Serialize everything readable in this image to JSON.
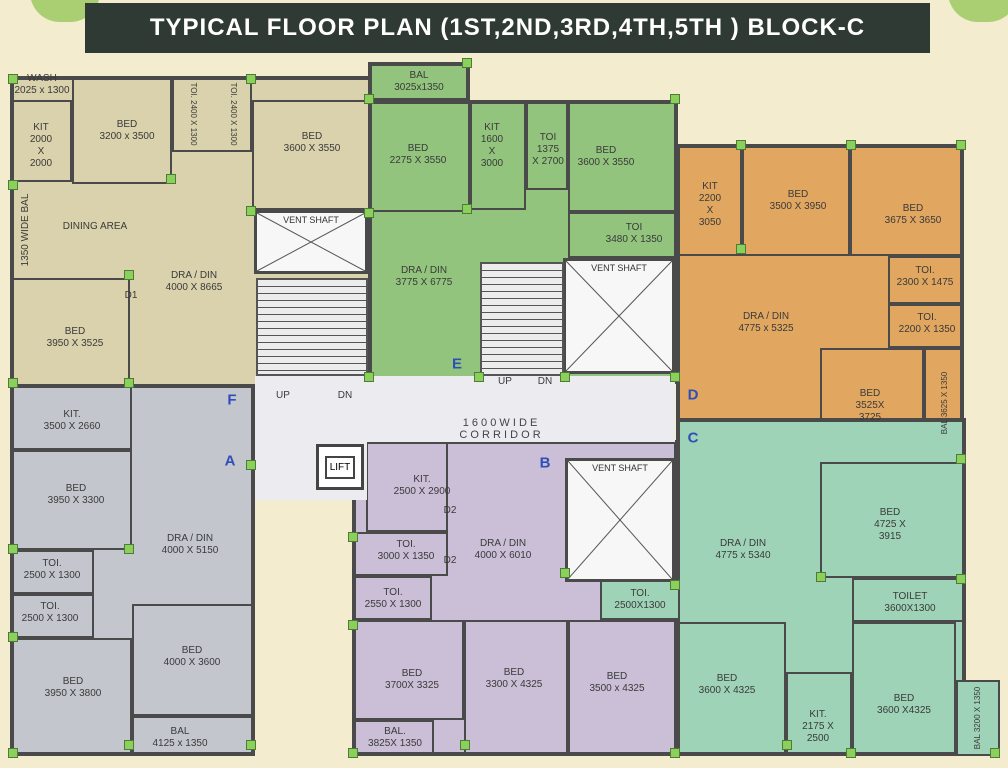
{
  "title": "TYPICAL FLOOR PLAN (1ST,2ND,3RD,4TH,5TH ) BLOCK-C",
  "colors": {
    "block_f": "#d9d2ac",
    "block_a": "#c3c7cd",
    "block_e": "#92c47d",
    "block_b": "#cabfd6",
    "block_d": "#e1a760",
    "block_c": "#9fd3b8",
    "corridor": "#ecebef",
    "wall": "#4a4a4a",
    "background": "#f3eccf"
  },
  "blocks": {
    "f": "F",
    "a": "A",
    "e": "E",
    "b": "B",
    "d": "D",
    "c": "C"
  },
  "labels": {
    "wash": "WASH",
    "wash_dim": "2025 x 1300",
    "kit_f1": "KIT",
    "kit_f2": "2000",
    "kit_f3": "X",
    "kit_f4": "2000",
    "bed_f1": "BED",
    "bed_f1_dim": "3200 x 3500",
    "toi_f1": "TOI.",
    "toi_f1_dim": "2400 X 1300",
    "toi_f2": "TOI.",
    "toi_f2_dim": "2400 X 1300",
    "bed_f2": "BED",
    "bed_f2_dim": "3600 X 3550",
    "bal_side": "1350 WIDE BAL",
    "dining": "DINING AREA",
    "dra_f": "DRA / DIN",
    "dra_f_dim": "4000 X 8665",
    "d1": "D1",
    "bed_f3": "BED",
    "bed_f3_dim": "3950 X 3525",
    "bal_e": "BAL",
    "bal_e_dim": "3025x1350",
    "bed_e1": "BED",
    "bed_e1_dim": "2275 X 3550",
    "kit_e1": "KIT",
    "kit_e2": "1600",
    "kit_e3": "X",
    "kit_e4": "3000",
    "toi_e": "TOI",
    "toi_e_dim1": "1375",
    "toi_e_dim2": "X 2700",
    "bed_e2": "BED",
    "bed_e2_dim": "3600 X 3550",
    "toi_e2": "TOI",
    "toi_e2_dim": "3480 X 1350",
    "vent": "VENT SHAFT",
    "dra_e": "DRA / DIN",
    "dra_e_dim": "3775 X 6775",
    "up": "UP",
    "dn": "DN",
    "kit_d1": "KIT",
    "kit_d2": "2200",
    "kit_d3": "X",
    "kit_d4": "3050",
    "bed_d1": "BED",
    "bed_d1_dim": "3500 X 3950",
    "bed_d2": "BED",
    "bed_d2_dim": "3675 X 3650",
    "toi_d1": "TOI.",
    "toi_d1_dim": "2300 X 1475",
    "toi_d2": "TOI.",
    "toi_d2_dim": "2200 X 1350",
    "dra_d": "DRA / DIN",
    "dra_d_dim": "4775 x 5325",
    "bed_d3": "BED",
    "bed_d3_dim1": "3525X",
    "bed_d3_dim2": "3725",
    "bal_d": "BAL",
    "bal_d_dim": "3625 X 1350",
    "kit_a": "KIT.",
    "kit_a_dim": "3500 X 2660",
    "bed_a1": "BED",
    "bed_a1_dim": "3950 X 3300",
    "dra_a": "DRA / DIN",
    "dra_a_dim": "4000 X 5150",
    "toi_a1": "TOI.",
    "toi_a1_dim": "2500 X 1300",
    "toi_a2": "TOI.",
    "toi_a2_dim": "2500 X 1300",
    "bed_a2": "BED",
    "bed_a2_dim": "4000 X 3600",
    "bed_a3": "BED",
    "bed_a3_dim": "3950 X 3800",
    "bal_a": "BAL",
    "bal_a_dim": "4125 x 1350",
    "corridor1": "1 6 0 0   W I D E",
    "corridor2": "C O R R I D O R",
    "lift": "LIFT",
    "kit_b": "KIT.",
    "kit_b_dim": "2500 X 2900",
    "d2a": "D2",
    "d2b": "D2",
    "toi_b1": "TOI.",
    "toi_b1_dim": "3000 X 1350",
    "dra_b": "DRA / DIN",
    "dra_b_dim": "4000 X 6010",
    "toi_b2": "TOI.",
    "toi_b2_dim": "2550 X 1300",
    "bed_b1": "BED",
    "bed_b1_dim": "3700X 3325",
    "bed_b2": "BED",
    "bed_b2_dim": "3300 X 4325",
    "bed_b3": "BED",
    "bed_b3_dim": "3500 x 4325",
    "bal_b": "BAL.",
    "bal_b_dim": "3825X 1350",
    "dra_c": "DRA / DIN",
    "dra_c_dim": "4775 x 5340",
    "bed_c1": "BED",
    "bed_c1_dim1": "4725 X",
    "bed_c1_dim2": "3915",
    "toi_c1": "TOI.",
    "toi_c1_dim": "2500X1300",
    "toilet_c": "TOILET",
    "toilet_c_dim": "3600X1300",
    "bed_c2": "BED",
    "bed_c2_dim": "3600 X 4325",
    "kit_c": "KIT.",
    "kit_c_dim1": "2175 X",
    "kit_c_dim2": "2500",
    "bed_c3": "BED",
    "bed_c3_dim": "3600 X4325",
    "bal_c": "BAL",
    "bal_c_dim": "3200 X 1350"
  }
}
